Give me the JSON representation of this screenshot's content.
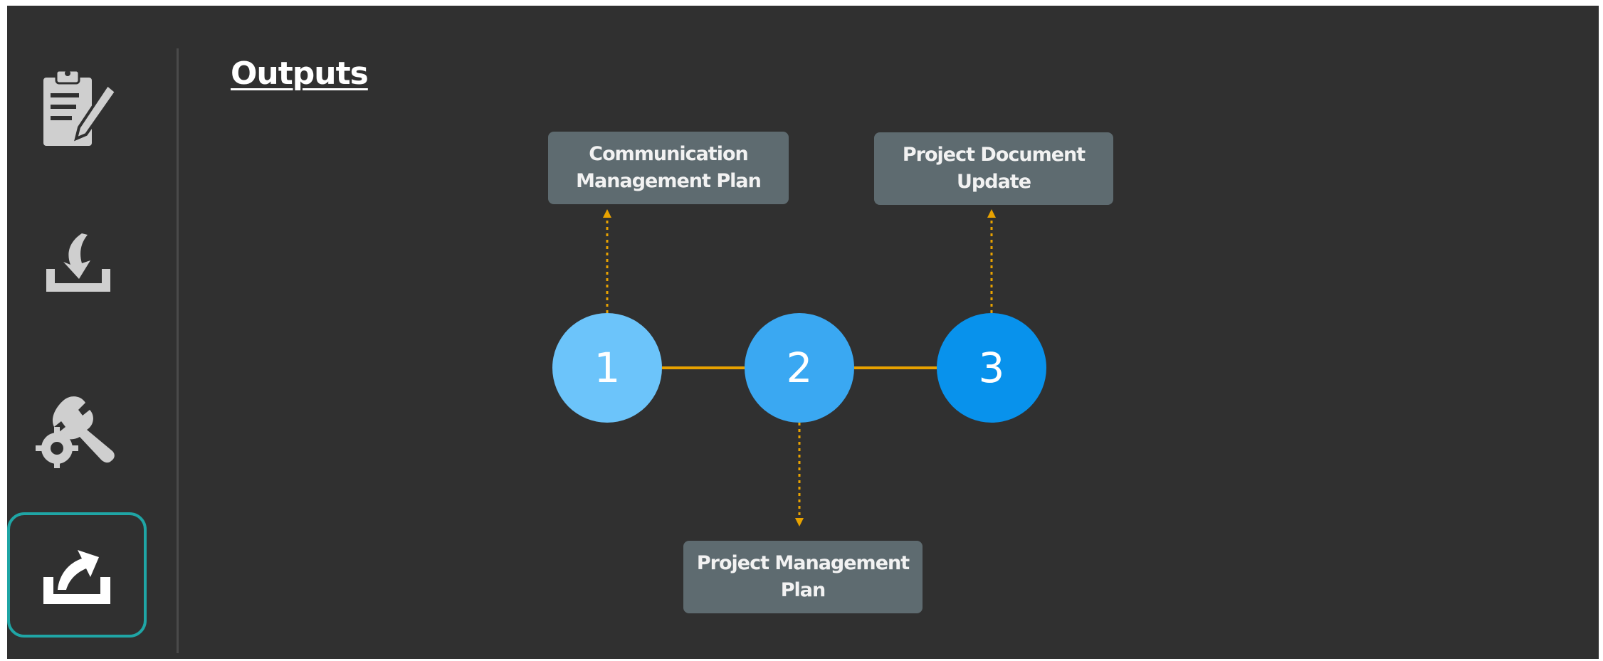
{
  "sidebar": {
    "items": [
      {
        "icon": "clipboard-edit-icon",
        "active": false
      },
      {
        "icon": "download-tray-icon",
        "active": false
      },
      {
        "icon": "tools-icon",
        "active": false
      },
      {
        "icon": "upload-tray-icon",
        "active": true
      }
    ]
  },
  "main": {
    "title": "Outputs",
    "nodes": [
      {
        "number": "1",
        "label": "Communication Management Plan",
        "color": "#6cc4fa"
      },
      {
        "number": "2",
        "label": "Project Management Plan",
        "color": "#3aa8f2"
      },
      {
        "number": "3",
        "label": "Project Document Update",
        "color": "#0892ec"
      }
    ]
  },
  "colors": {
    "background": "#303030",
    "connector": "#e8a200",
    "box": "#5e6b70",
    "active_border": "#1fa5a5",
    "icon": "#cfcfcf"
  }
}
